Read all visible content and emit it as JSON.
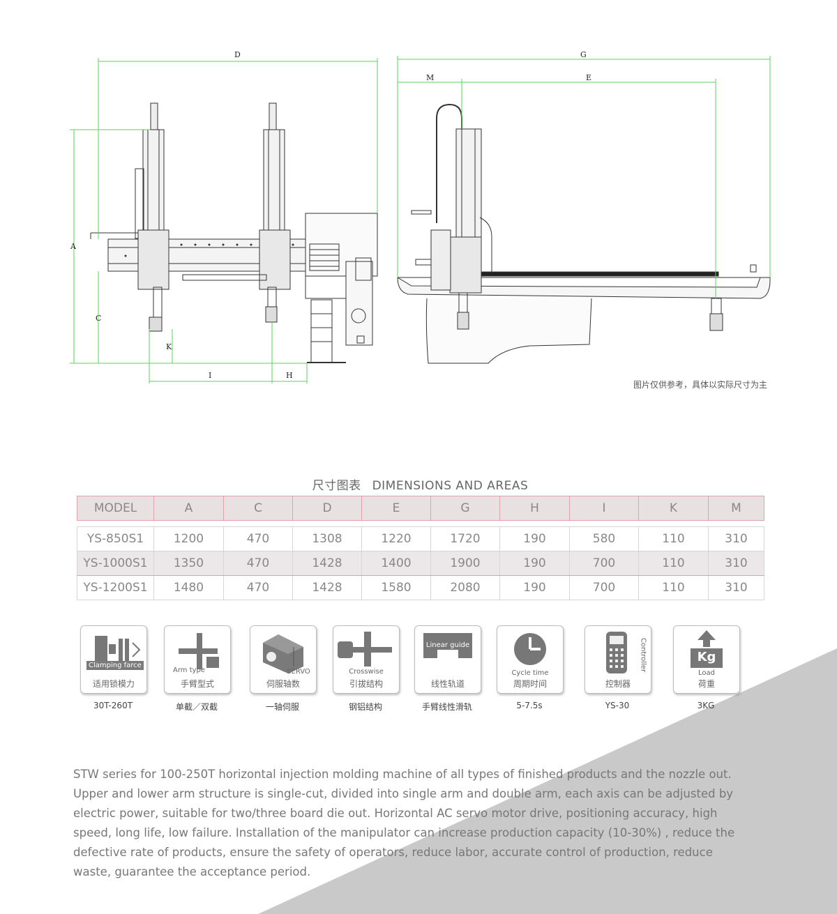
{
  "drawing": {
    "dimension_labels": {
      "D": "D",
      "G": "G",
      "M": "M",
      "E": "E",
      "A": "A",
      "C": "C",
      "K": "K",
      "I": "I",
      "H": "H"
    },
    "line_color": "#5fd15f",
    "caption": "图片仅供参考，具体以实际尺寸为主"
  },
  "table": {
    "title_cn": "尺寸图表",
    "title_en": "DIMENSIONS AND AREAS",
    "headers": [
      "MODEL",
      "A",
      "C",
      "D",
      "E",
      "G",
      "H",
      "I",
      "K",
      "M"
    ],
    "rows": [
      [
        "YS-850S1",
        "1200",
        "470",
        "1308",
        "1220",
        "1720",
        "190",
        "580",
        "110",
        "310"
      ],
      [
        "YS-1000S1",
        "1350",
        "470",
        "1428",
        "1400",
        "1900",
        "190",
        "700",
        "110",
        "310"
      ],
      [
        "YS-1200S1",
        "1480",
        "470",
        "1428",
        "1580",
        "2080",
        "190",
        "700",
        "110",
        "310"
      ]
    ],
    "header_bg": "#e8e1e2",
    "border_accent": "#e3a0a6"
  },
  "features": [
    {
      "icon": "clamping-force-icon",
      "en": "Clamping farce",
      "cn": "适用锁模力",
      "value": "30T-260T"
    },
    {
      "icon": "arm-type-icon",
      "en": "Arm type",
      "cn": "手臂型式",
      "value": "单截／双截"
    },
    {
      "icon": "servo-motor-icon",
      "en": "SERVO",
      "cn": "伺服轴数",
      "value": "一轴伺服"
    },
    {
      "icon": "crosswise-structure-icon",
      "en": "Crosswise",
      "cn": "引拔结构",
      "value": "钢铝结构"
    },
    {
      "icon": "linear-guide-icon",
      "en": "Linear guide",
      "cn": "线性轨道",
      "value": "手臂线性滑轨"
    },
    {
      "icon": "clock-icon",
      "en": "Cycle time",
      "cn": "周期时间",
      "value": "5-7.5s"
    },
    {
      "icon": "controller-icon",
      "en": "Controller",
      "cn": "控制器",
      "value": "YS-30"
    },
    {
      "icon": "weight-icon",
      "en": "Load",
      "cn": "荷重",
      "value": "3KG",
      "badge": "Kg"
    }
  ],
  "description": "STW series for 100-250T horizontal injection molding machine of all types of finished products and the nozzle out. Upper and lower arm structure is single-cut, divided into single arm and double arm, each axis can be adjusted by electric power, suitable for two/three board die out. Horizontal AC servo motor drive, positioning accuracy, high speed, long life, low failure. Installation of the manipulator can increase production capacity (10-30%) , reduce the defective rate of products, ensure the safety of operators, reduce labor, accurate control of production, reduce waste, guarantee the acceptance period."
}
